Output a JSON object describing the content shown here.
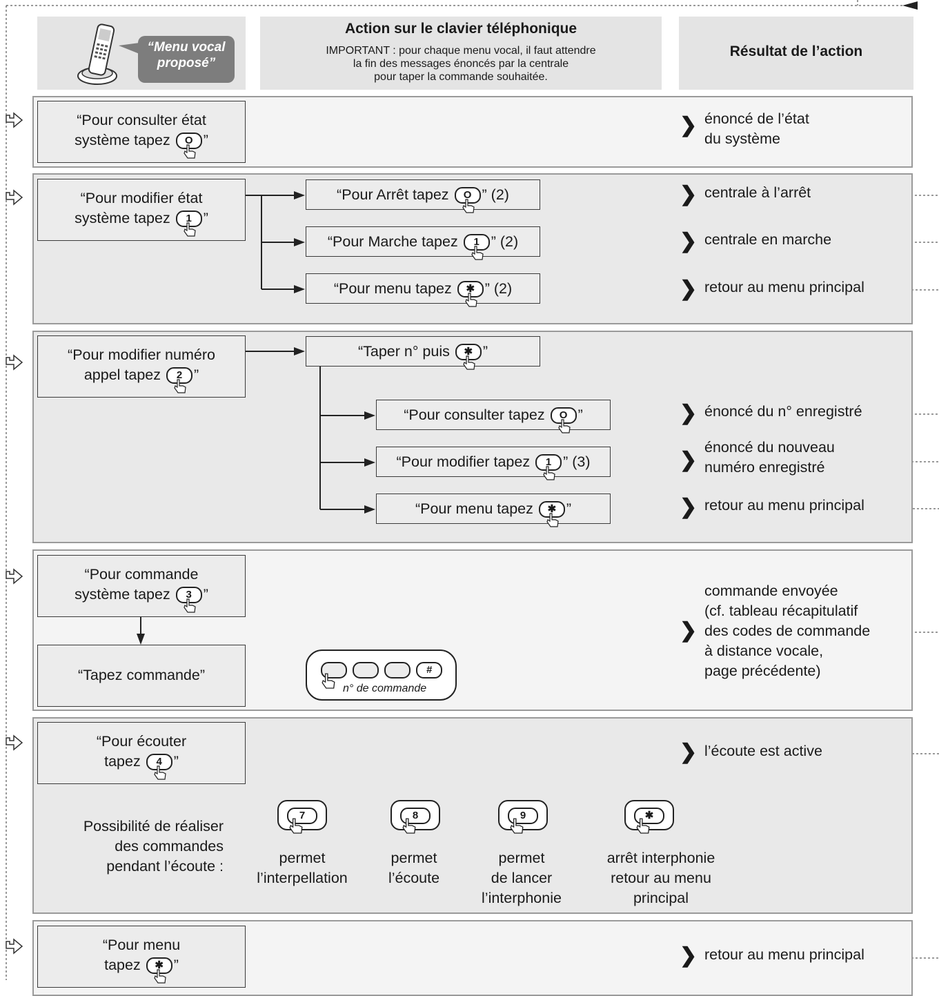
{
  "header": {
    "bubble": "“Menu vocal\nproposé”",
    "action_title": "Action sur le clavier téléphonique",
    "action_sub": "IMPORTANT : pour chaque menu vocal, il faut attendre\nla fin des messages énoncés par la centrale\npour taper la commande souhaitée.",
    "result_title": "Résultat de l’action"
  },
  "s1": {
    "menu": "“Pour consulter état\nsystème tapez",
    "key": "O",
    "result": "énoncé de l’état\ndu système"
  },
  "s2": {
    "menu": "“Pour modifier état\nsystème tapez",
    "key": "1",
    "actions": [
      {
        "pre": "“Pour Arrêt tapez",
        "key": "O",
        "post": "” (2)",
        "result": "centrale à l’arrêt"
      },
      {
        "pre": "“Pour Marche tapez",
        "key": "1",
        "post": "” (2)",
        "result": "centrale en marche"
      },
      {
        "pre": "“Pour menu tapez",
        "key": "✱",
        "post": "” (2)",
        "result": "retour au menu principal"
      }
    ]
  },
  "s3": {
    "menu": "“Pour modifier numéro\nappel tapez",
    "key": "2",
    "first": {
      "pre": "“Taper n° puis",
      "key": "✱",
      "post": "”"
    },
    "actions": [
      {
        "pre": "“Pour consulter tapez",
        "key": "O",
        "post": "”",
        "result": "énoncé du n° enregistré"
      },
      {
        "pre": "“Pour modifier tapez",
        "key": "1",
        "post": "” (3)",
        "result": "énoncé du nouveau\nnuméro enregistré"
      },
      {
        "pre": "“Pour menu tapez",
        "key": "✱",
        "post": "”",
        "result": "retour au menu principal"
      }
    ]
  },
  "s4": {
    "menu": "“Pour commande\nsystème tapez",
    "key": "3",
    "sub": "“Tapez commande”",
    "keypad_key": "#",
    "keypad_label": "n° de commande",
    "result": "commande envoyée\n(cf. tableau récapitulatif\ndes codes de commande\nà distance vocale,\npage précédente)"
  },
  "s5": {
    "menu": "“Pour écouter\ntapez",
    "key": "4",
    "result": "l’écoute est active",
    "possible": "Possibilité de réaliser\ndes commandes\npendant l’écoute :",
    "keys": [
      {
        "key": "7",
        "label": "permet\nl’interpellation"
      },
      {
        "key": "8",
        "label": "permet\nl’écoute"
      },
      {
        "key": "9",
        "label": "permet\nde lancer\nl’interphonie"
      },
      {
        "key": "✱",
        "label": "arrêt interphonie\nretour au menu\nprincipal"
      }
    ]
  },
  "s6": {
    "menu": "“Pour menu\ntapez",
    "key": "✱",
    "result": "retour au menu principal"
  },
  "quote_close": "”",
  "icons": {
    "bullet": "chevron-right-icon",
    "entry": "double-arrow-icon",
    "finger": "finger-press-icon",
    "phone": "cordless-phone-icon"
  }
}
